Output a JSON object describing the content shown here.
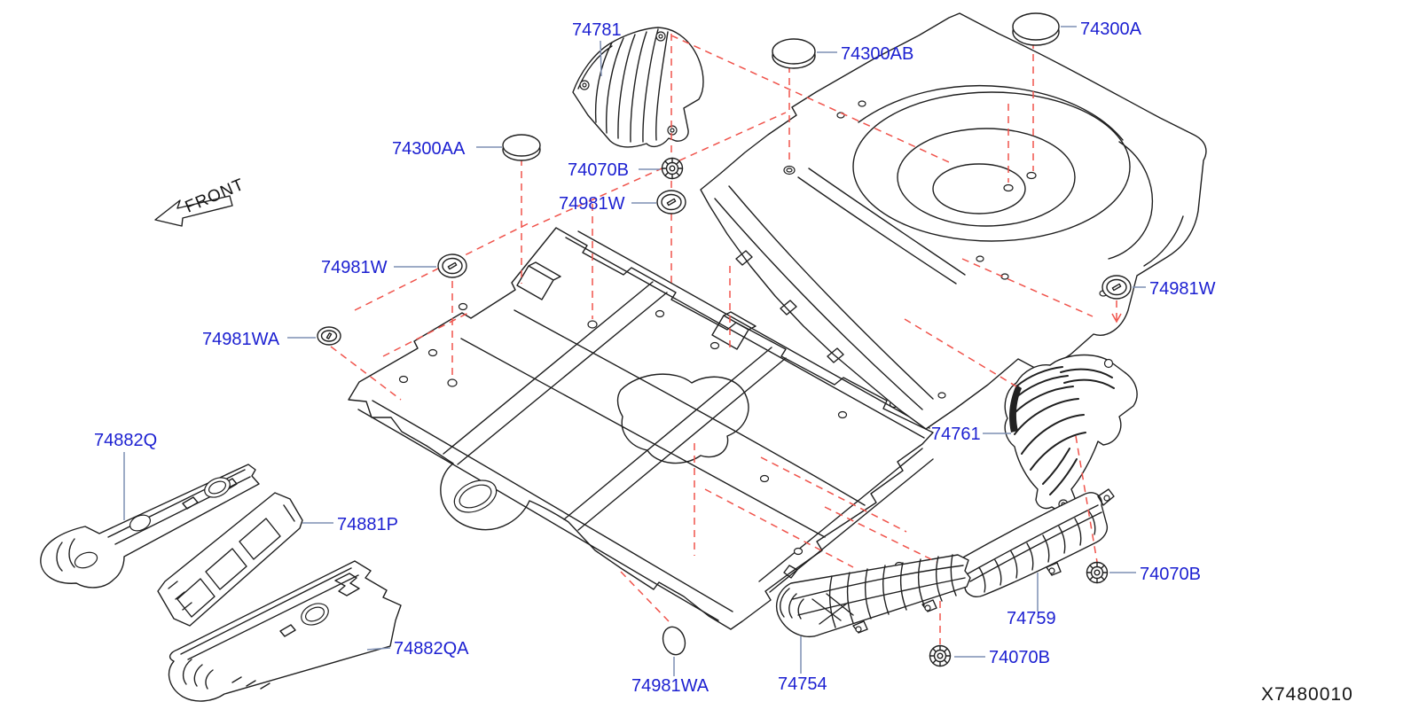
{
  "figure": {
    "code": "X7480010",
    "orientation_label": "FRONT"
  },
  "colors": {
    "callout_text": "#1b1fd1",
    "leader_line": "#7d8fb3",
    "projection_dash": "#f0534b",
    "artwork_line": "#1f1f1f",
    "background": "#ffffff"
  },
  "icons": {
    "front_arrow": "outline-arrow-pointing-lower-left",
    "plug": "round-blind-plug-ellipse",
    "grommet": "concentric-ring-grommet-with-slot",
    "clip": "star-washer-push-clip"
  },
  "callouts": [
    {
      "id": "heat-shield-front",
      "part_number": "74781"
    },
    {
      "id": "plug-rear-floor-ab",
      "part_number": "74300AB"
    },
    {
      "id": "plug-rear-floor-a",
      "part_number": "74300A"
    },
    {
      "id": "plug-front-floor-aa",
      "part_number": "74300AA"
    },
    {
      "id": "clip-top",
      "part_number": "74070B"
    },
    {
      "id": "grommet-top",
      "part_number": "74981W"
    },
    {
      "id": "grommet-left",
      "part_number": "74981W"
    },
    {
      "id": "grommet-left-wa",
      "part_number": "74981WA"
    },
    {
      "id": "panel-front-spacer",
      "part_number": "74882Q"
    },
    {
      "id": "spacer-center",
      "part_number": "74881P"
    },
    {
      "id": "panel-rear-spacer",
      "part_number": "74882QA"
    },
    {
      "id": "grommet-right",
      "part_number": "74981W"
    },
    {
      "id": "heat-shield-upper",
      "part_number": "74761"
    },
    {
      "id": "clip-right",
      "part_number": "74070B"
    },
    {
      "id": "heat-shield-mid",
      "part_number": "74759"
    },
    {
      "id": "clip-bottom",
      "part_number": "74070B"
    },
    {
      "id": "heat-shield-lower",
      "part_number": "74754"
    },
    {
      "id": "plug-bottom-wa",
      "part_number": "74981WA"
    }
  ]
}
